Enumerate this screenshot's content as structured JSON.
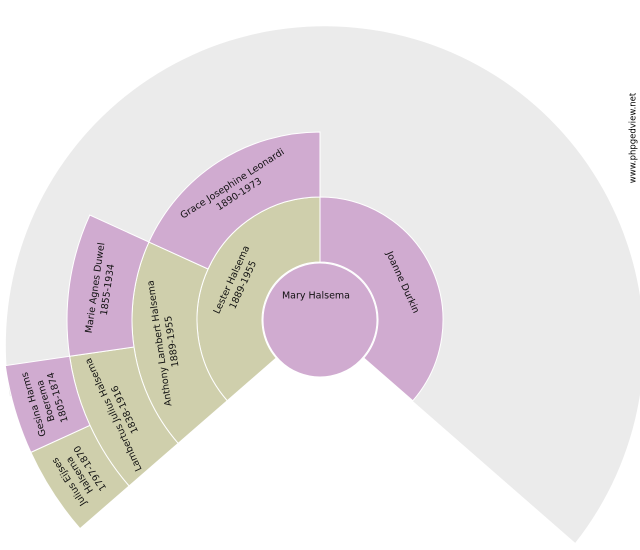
{
  "site": "www.phpgedview.net",
  "colors": {
    "background": "#ebebeb",
    "female": "#d0abd0",
    "male": "#cfcfac",
    "border": "#ffffff"
  },
  "center": {
    "name": "Mary Halsema"
  },
  "people": [
    {
      "id": "father",
      "name": "Lester Halsema",
      "dates": "1889-1955",
      "sex": "male"
    },
    {
      "id": "mother",
      "name": "Joanne Durkin",
      "dates": "",
      "sex": "female"
    },
    {
      "id": "paternal-grandfather",
      "name": "Anthony Lambert Halsema",
      "dates": "1889-1955",
      "sex": "male"
    },
    {
      "id": "paternal-grandmother",
      "name": "Grace Josephine Leonardi",
      "dates": "1890-1973",
      "sex": "female"
    },
    {
      "id": "great-grandfather",
      "name": "Lambertus Julius Halsema",
      "dates": "1838-1916",
      "sex": "male"
    },
    {
      "id": "great-grandmother",
      "name": "Marie Agnes Duwel",
      "dates": "1855-1934",
      "sex": "female"
    },
    {
      "id": "great-great-grandfather",
      "name": "Julius Eijses Halsema",
      "dates": "1797-1870",
      "sex": "male"
    },
    {
      "id": "great-great-grandmother",
      "name": "Gesina Harms Boerema",
      "dates": "1805-1874",
      "sex": "female"
    }
  ]
}
